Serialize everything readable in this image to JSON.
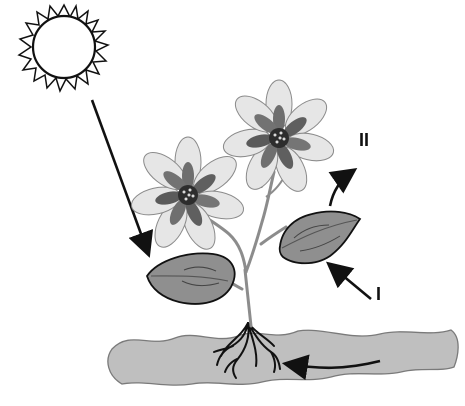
{
  "diagram": {
    "labels": {
      "arrow_1": "I",
      "arrow_2": "II"
    },
    "parts": [
      "sun",
      "flower-left",
      "flower-right",
      "leaf-left",
      "leaf-right",
      "stem",
      "roots",
      "soil"
    ],
    "arrows": [
      "sunlight-arrow",
      "arrow-I",
      "arrow-II",
      "soil-water-arrow"
    ]
  }
}
